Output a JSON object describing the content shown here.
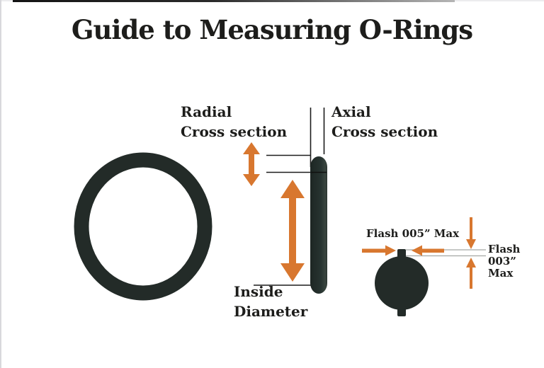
{
  "page": {
    "title": "Guide to Measuring O-Rings"
  },
  "labels": {
    "radial": "Radial\nCross section",
    "axial": "Axial\nCross section",
    "inside_diameter": "Inside\nDiameter",
    "flash_005": "Flash 005” Max",
    "flash_003": "Flash 003”\nMax"
  },
  "colors": {
    "accent_orange": "#d8772f",
    "ring_dark": "#232b28",
    "line_dark": "#1c1c1c",
    "ref_line_gray": "#a3a7a3",
    "text": "#1d1d1b",
    "background": "#ffffff"
  },
  "icons": {
    "radial_thickness_arrow": "double-headed vertical orange arrow (radial cross section thickness)",
    "inside_diameter_arrow": "double-headed vertical orange arrow (inside diameter)",
    "flash_width_arrows": "opposing horizontal orange arrows (flash 005 width)",
    "flash_height_arrows": "opposing vertical orange arrows (flash 003 height)"
  }
}
